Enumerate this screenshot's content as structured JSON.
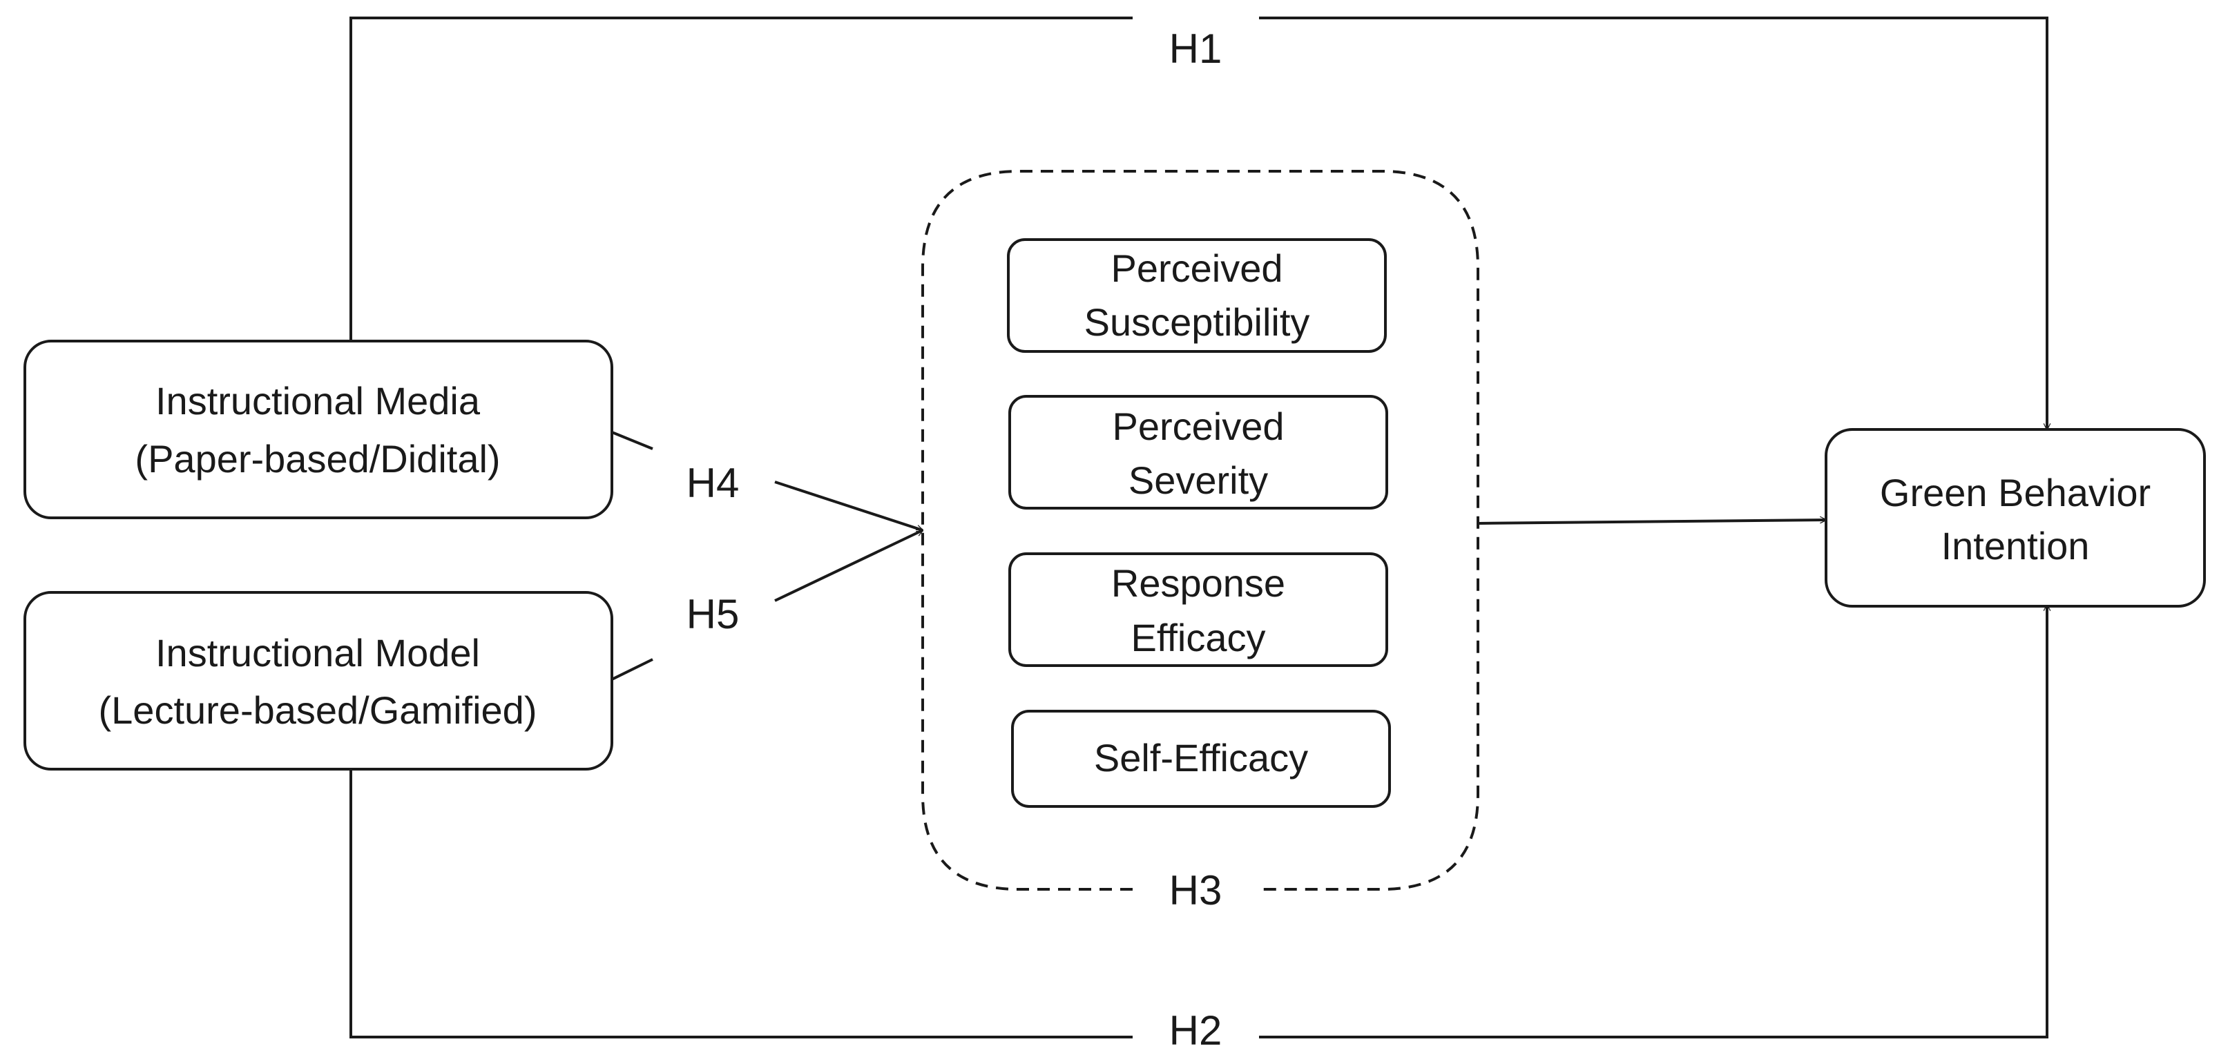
{
  "nodes": {
    "instructional_media": {
      "line1": "Instructional Media",
      "line2": "(Paper-based/Didital)"
    },
    "instructional_model": {
      "line1": "Instructional Model",
      "line2": "(Lecture-based/Gamified)"
    },
    "perceived_susceptibility": {
      "line1": "Perceived",
      "line2": "Susceptibility"
    },
    "perceived_severity": {
      "line1": "Perceived",
      "line2": "Severity"
    },
    "response_efficacy": {
      "line1": "Response",
      "line2": "Efficacy"
    },
    "self_efficacy": {
      "line1": "Self-Efficacy"
    },
    "green_behavior_intention": {
      "line1": "Green Behavior",
      "line2": "Intention"
    }
  },
  "hypotheses": {
    "h1": "H1",
    "h2": "H2",
    "h3": "H3",
    "h4": "H4",
    "h5": "H5"
  }
}
